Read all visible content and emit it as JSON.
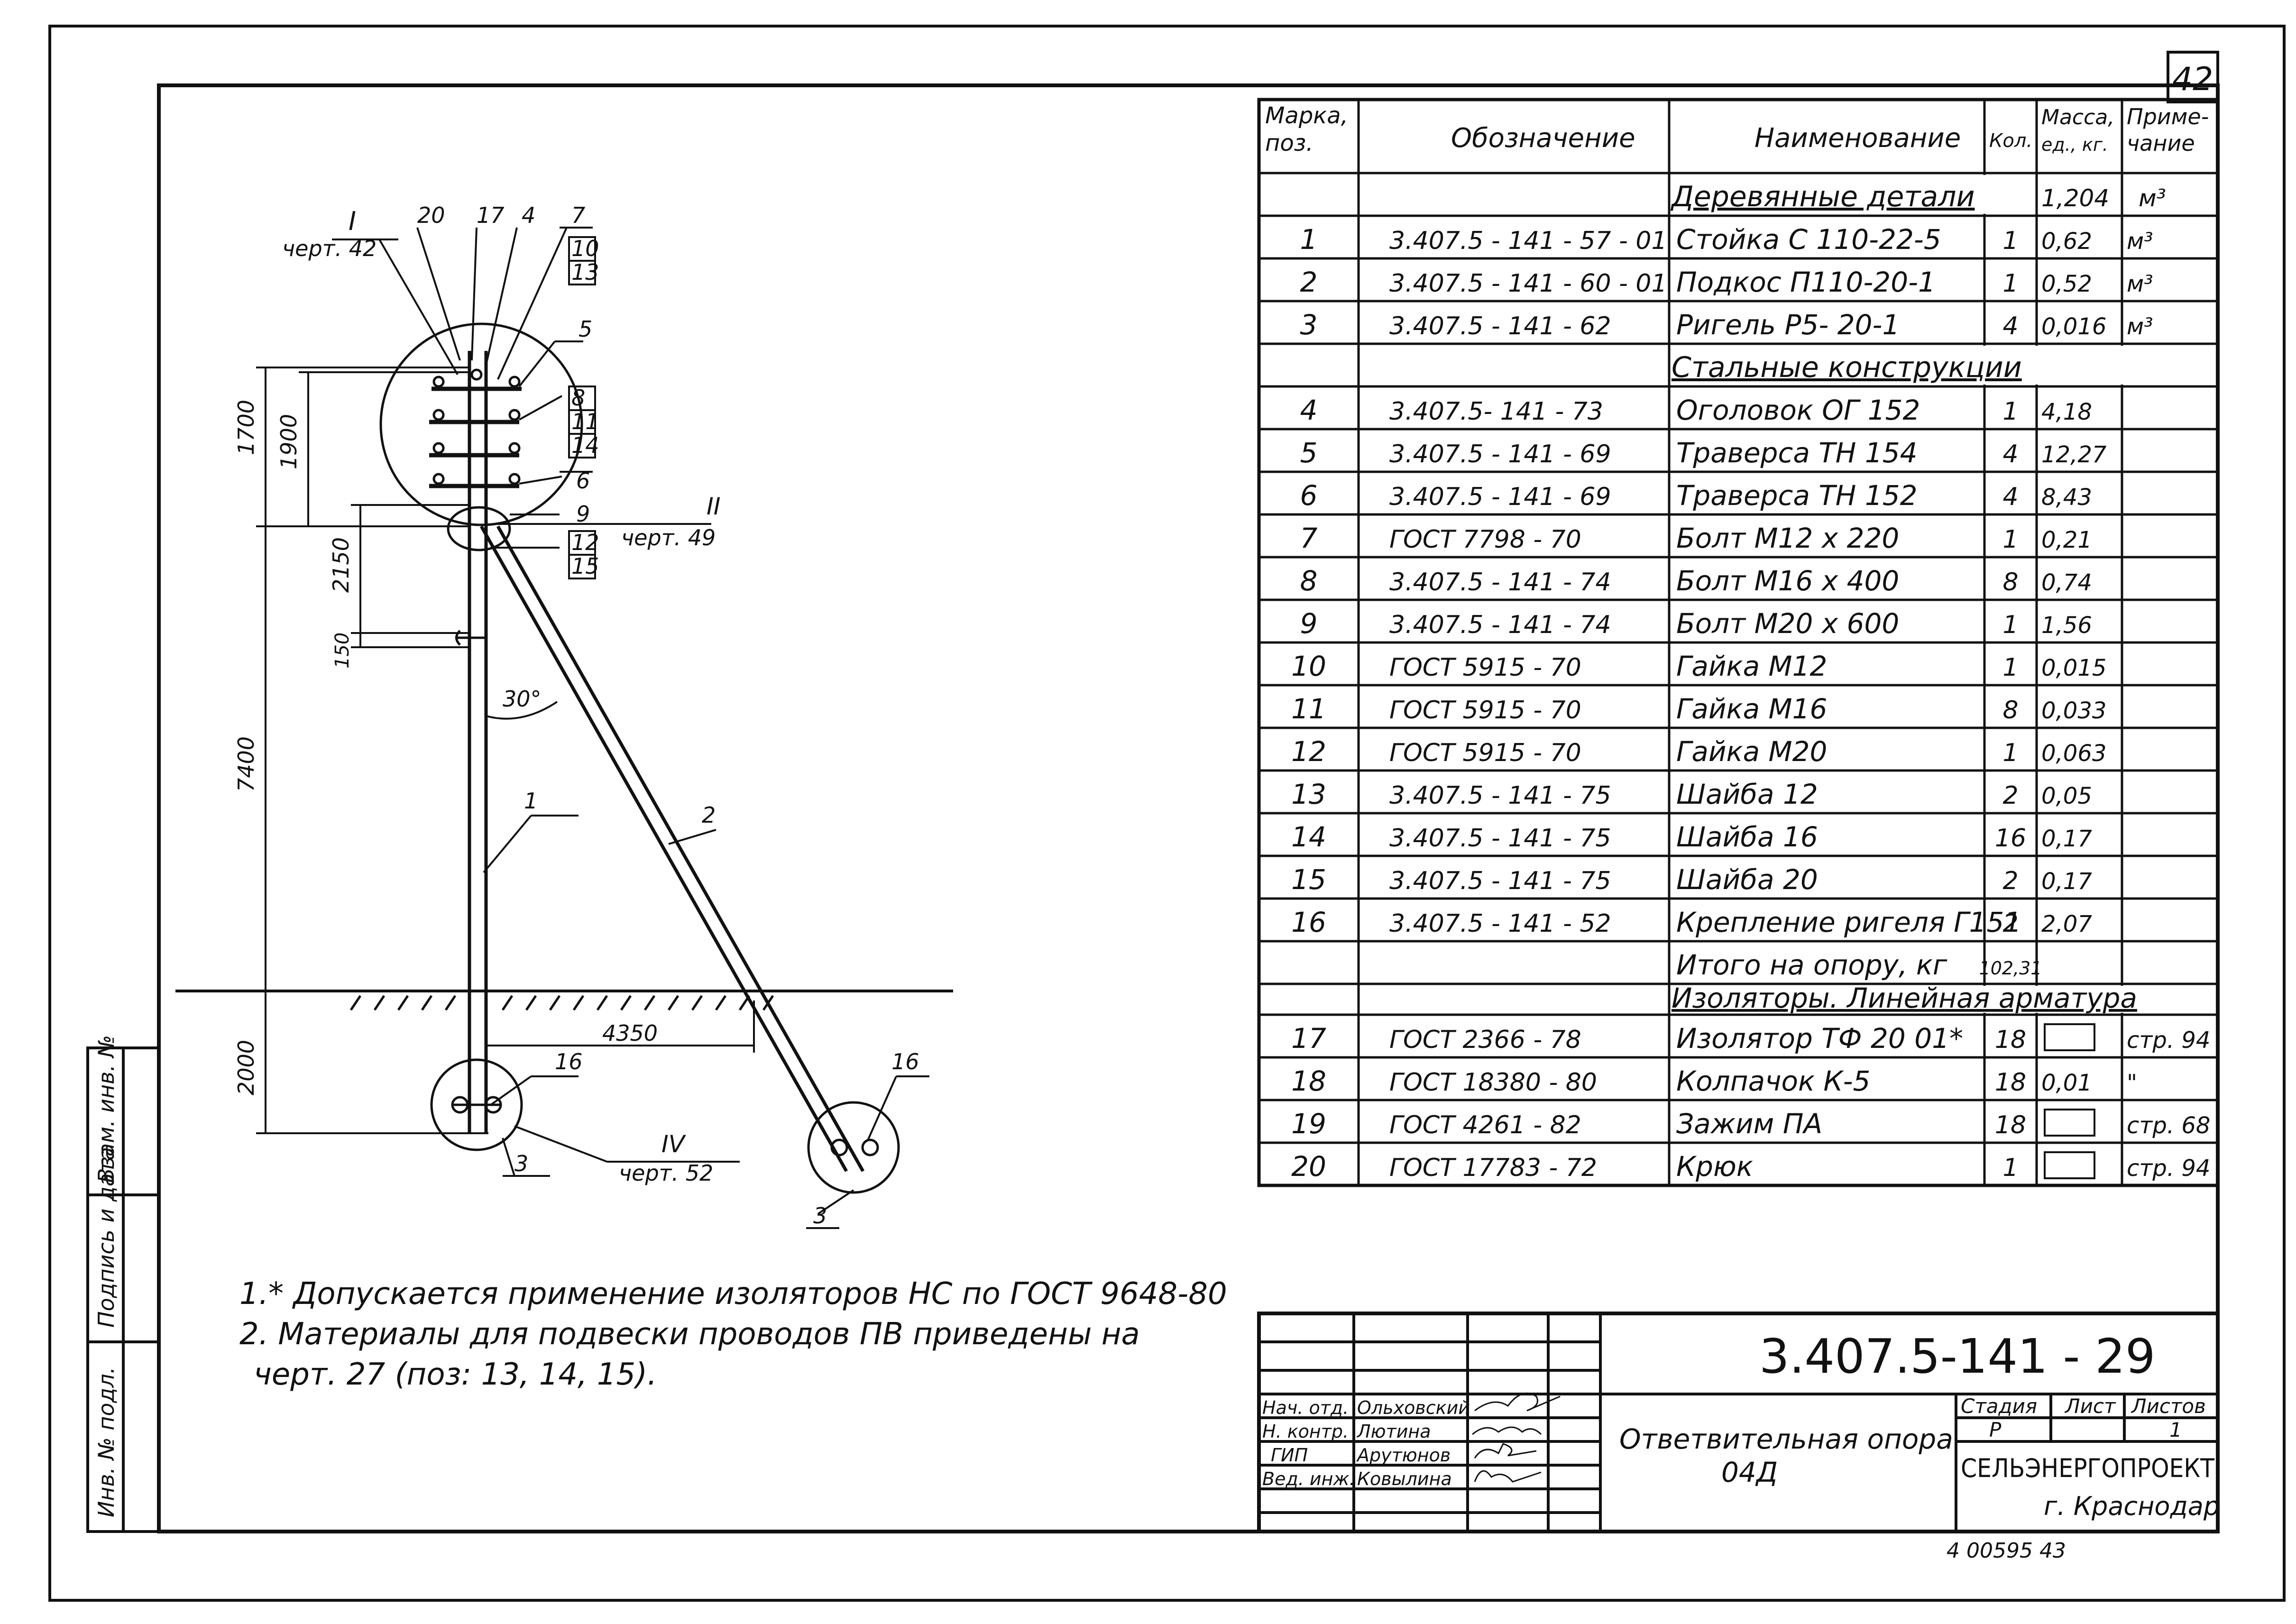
{
  "sheet_number": "42",
  "spec_table": {
    "headers": {
      "mark": [
        "Марка,",
        "поз."
      ],
      "designation": "Обозначение",
      "name": "Наименование",
      "qty": "Кол.",
      "mass": [
        "Масса,",
        "ед., кг."
      ],
      "note": [
        "Приме-",
        "чание"
      ]
    },
    "sections": [
      {
        "title": "Деревянные детали",
        "mass": "1,204",
        "note": "м³"
      },
      {
        "title": "Стальные конструкции"
      },
      {
        "title": "Изоляторы. Линейная арматура"
      }
    ],
    "rows": [
      {
        "pos": "1",
        "designation": "3.407.5 - 141 - 57 - 01",
        "name": "Стойка С 110-22-5",
        "qty": "1",
        "mass": "0,62",
        "note": "м³"
      },
      {
        "pos": "2",
        "designation": "3.407.5 - 141 - 60 - 01",
        "name": "Подкос П110-20-1",
        "qty": "1",
        "mass": "0,52",
        "note": "м³"
      },
      {
        "pos": "3",
        "designation": "3.407.5 - 141 - 62",
        "name": "Ригель Р5- 20-1",
        "qty": "4",
        "mass": "0,016",
        "note": "м³"
      },
      {
        "pos": "4",
        "designation": "3.407.5- 141 - 73",
        "name": "Оголовок ОГ 152",
        "qty": "1",
        "mass": "4,18",
        "note": ""
      },
      {
        "pos": "5",
        "designation": "3.407.5 - 141 - 69",
        "name": "Траверса ТН 154",
        "qty": "4",
        "mass": "12,27",
        "note": ""
      },
      {
        "pos": "6",
        "designation": "3.407.5 - 141 - 69",
        "name": "Траверса ТН 152",
        "qty": "4",
        "mass": "8,43",
        "note": ""
      },
      {
        "pos": "7",
        "designation": "ГОСТ 7798 - 70",
        "name": "Болт М12 х 220",
        "qty": "1",
        "mass": "0,21",
        "note": ""
      },
      {
        "pos": "8",
        "designation": "3.407.5 - 141 - 74",
        "name": "Болт М16 х 400",
        "qty": "8",
        "mass": "0,74",
        "note": ""
      },
      {
        "pos": "9",
        "designation": "3.407.5 - 141 - 74",
        "name": "Болт М20 х 600",
        "qty": "1",
        "mass": "1,56",
        "note": ""
      },
      {
        "pos": "10",
        "designation": "ГОСТ 5915 - 70",
        "name": "Гайка М12",
        "qty": "1",
        "mass": "0,015",
        "note": ""
      },
      {
        "pos": "11",
        "designation": "ГОСТ 5915 - 70",
        "name": "Гайка М16",
        "qty": "8",
        "mass": "0,033",
        "note": ""
      },
      {
        "pos": "12",
        "designation": "ГОСТ 5915 - 70",
        "name": "Гайка М20",
        "qty": "1",
        "mass": "0,063",
        "note": ""
      },
      {
        "pos": "13",
        "designation": "3.407.5 - 141 - 75",
        "name": "Шайба 12",
        "qty": "2",
        "mass": "0,05",
        "note": ""
      },
      {
        "pos": "14",
        "designation": "3.407.5 - 141 - 75",
        "name": "Шайба 16",
        "qty": "16",
        "mass": "0,17",
        "note": ""
      },
      {
        "pos": "15",
        "designation": "3.407.5 - 141 - 75",
        "name": "Шайба 20",
        "qty": "2",
        "mass": "0,17",
        "note": ""
      },
      {
        "pos": "16",
        "designation": "3.407.5 - 141 - 52",
        "name": "Крепление ригеля Г151",
        "qty": "2",
        "mass": "2,07",
        "note": ""
      },
      {
        "pos": "",
        "designation": "",
        "name": "Итого на опору, кг",
        "qty": "102,31",
        "mass": "",
        "note": ""
      },
      {
        "pos": "17",
        "designation": "ГОСТ 2366 - 78",
        "name": "Изолятор ТФ 20 01*",
        "qty": "18",
        "mass": "",
        "note": "стр. 94"
      },
      {
        "pos": "18",
        "designation": "ГОСТ 18380 - 80",
        "name": "Колпачок К-5",
        "qty": "18",
        "mass": "0,01",
        "note": "\""
      },
      {
        "pos": "19",
        "designation": "ГОСТ 4261 - 82",
        "name": "Зажим ПА",
        "qty": "18",
        "mass": "",
        "note": "стр. 68"
      },
      {
        "pos": "20",
        "designation": "ГОСТ 17783 - 72",
        "name": "Крюк",
        "qty": "1",
        "mass": "",
        "note": "стр. 94"
      }
    ]
  },
  "drawing": {
    "callout_top": {
      "roman": "I",
      "ref": "черт. 42"
    },
    "callout_mid": {
      "roman": "II",
      "ref": "черт. 49"
    },
    "callout_bottom": {
      "roman": "IV",
      "ref": "черт. 52"
    },
    "top_marks": [
      "20",
      "17",
      "4",
      "7"
    ],
    "right_marks_a": [
      "10",
      "13"
    ],
    "right_mark_5": "5",
    "right_marks_b": [
      "8",
      "11",
      "14"
    ],
    "right_mark_6": "6",
    "right_mark_9": "9",
    "right_marks_c": [
      "12",
      "15"
    ],
    "dims": {
      "d1700": "1700",
      "d1900": "1900",
      "d2150": "2150",
      "d150": "150",
      "d7400": "7400",
      "d2000": "2000",
      "d4350": "4350"
    },
    "angle": "30°",
    "pos_pole": "1",
    "pos_strut": "2",
    "pos_rail_left": "3",
    "pos_rail_right": "3",
    "pos_fix_left": "16",
    "pos_fix_right": "16"
  },
  "notes": [
    "1.* Допускается применение изоляторов НС по ГОСТ 9648-80",
    "2. Материалы для подвески проводов ПВ приведены на",
    "черт. 27 (поз: 13, 14, 15)."
  ],
  "side_stamp": [
    "Инв. № подл.",
    "Подпись и дата",
    "Взам. инв. №"
  ],
  "title_block": {
    "doc_code": "3.407.5-141 - 29",
    "title_line1": "Ответвительная опора",
    "title_line2": "04Д",
    "stage_label": "Стадия",
    "sheet_label": "Лист",
    "sheets_label": "Листов",
    "stage": "Р",
    "sheets": "1",
    "org": "СЕЛЬЭНЕРГОПРОЕКТ",
    "city": "г. Краснодар",
    "people": [
      {
        "role": "Нач. отд.",
        "name": "Ольховский"
      },
      {
        "role": "Н. контр.",
        "name": "Лютина"
      },
      {
        "role": "ГИП",
        "name": "Арутюнов"
      },
      {
        "role": "Вед. инж.",
        "name": "Ковылина"
      }
    ]
  },
  "archive_number": "4 00595 43"
}
